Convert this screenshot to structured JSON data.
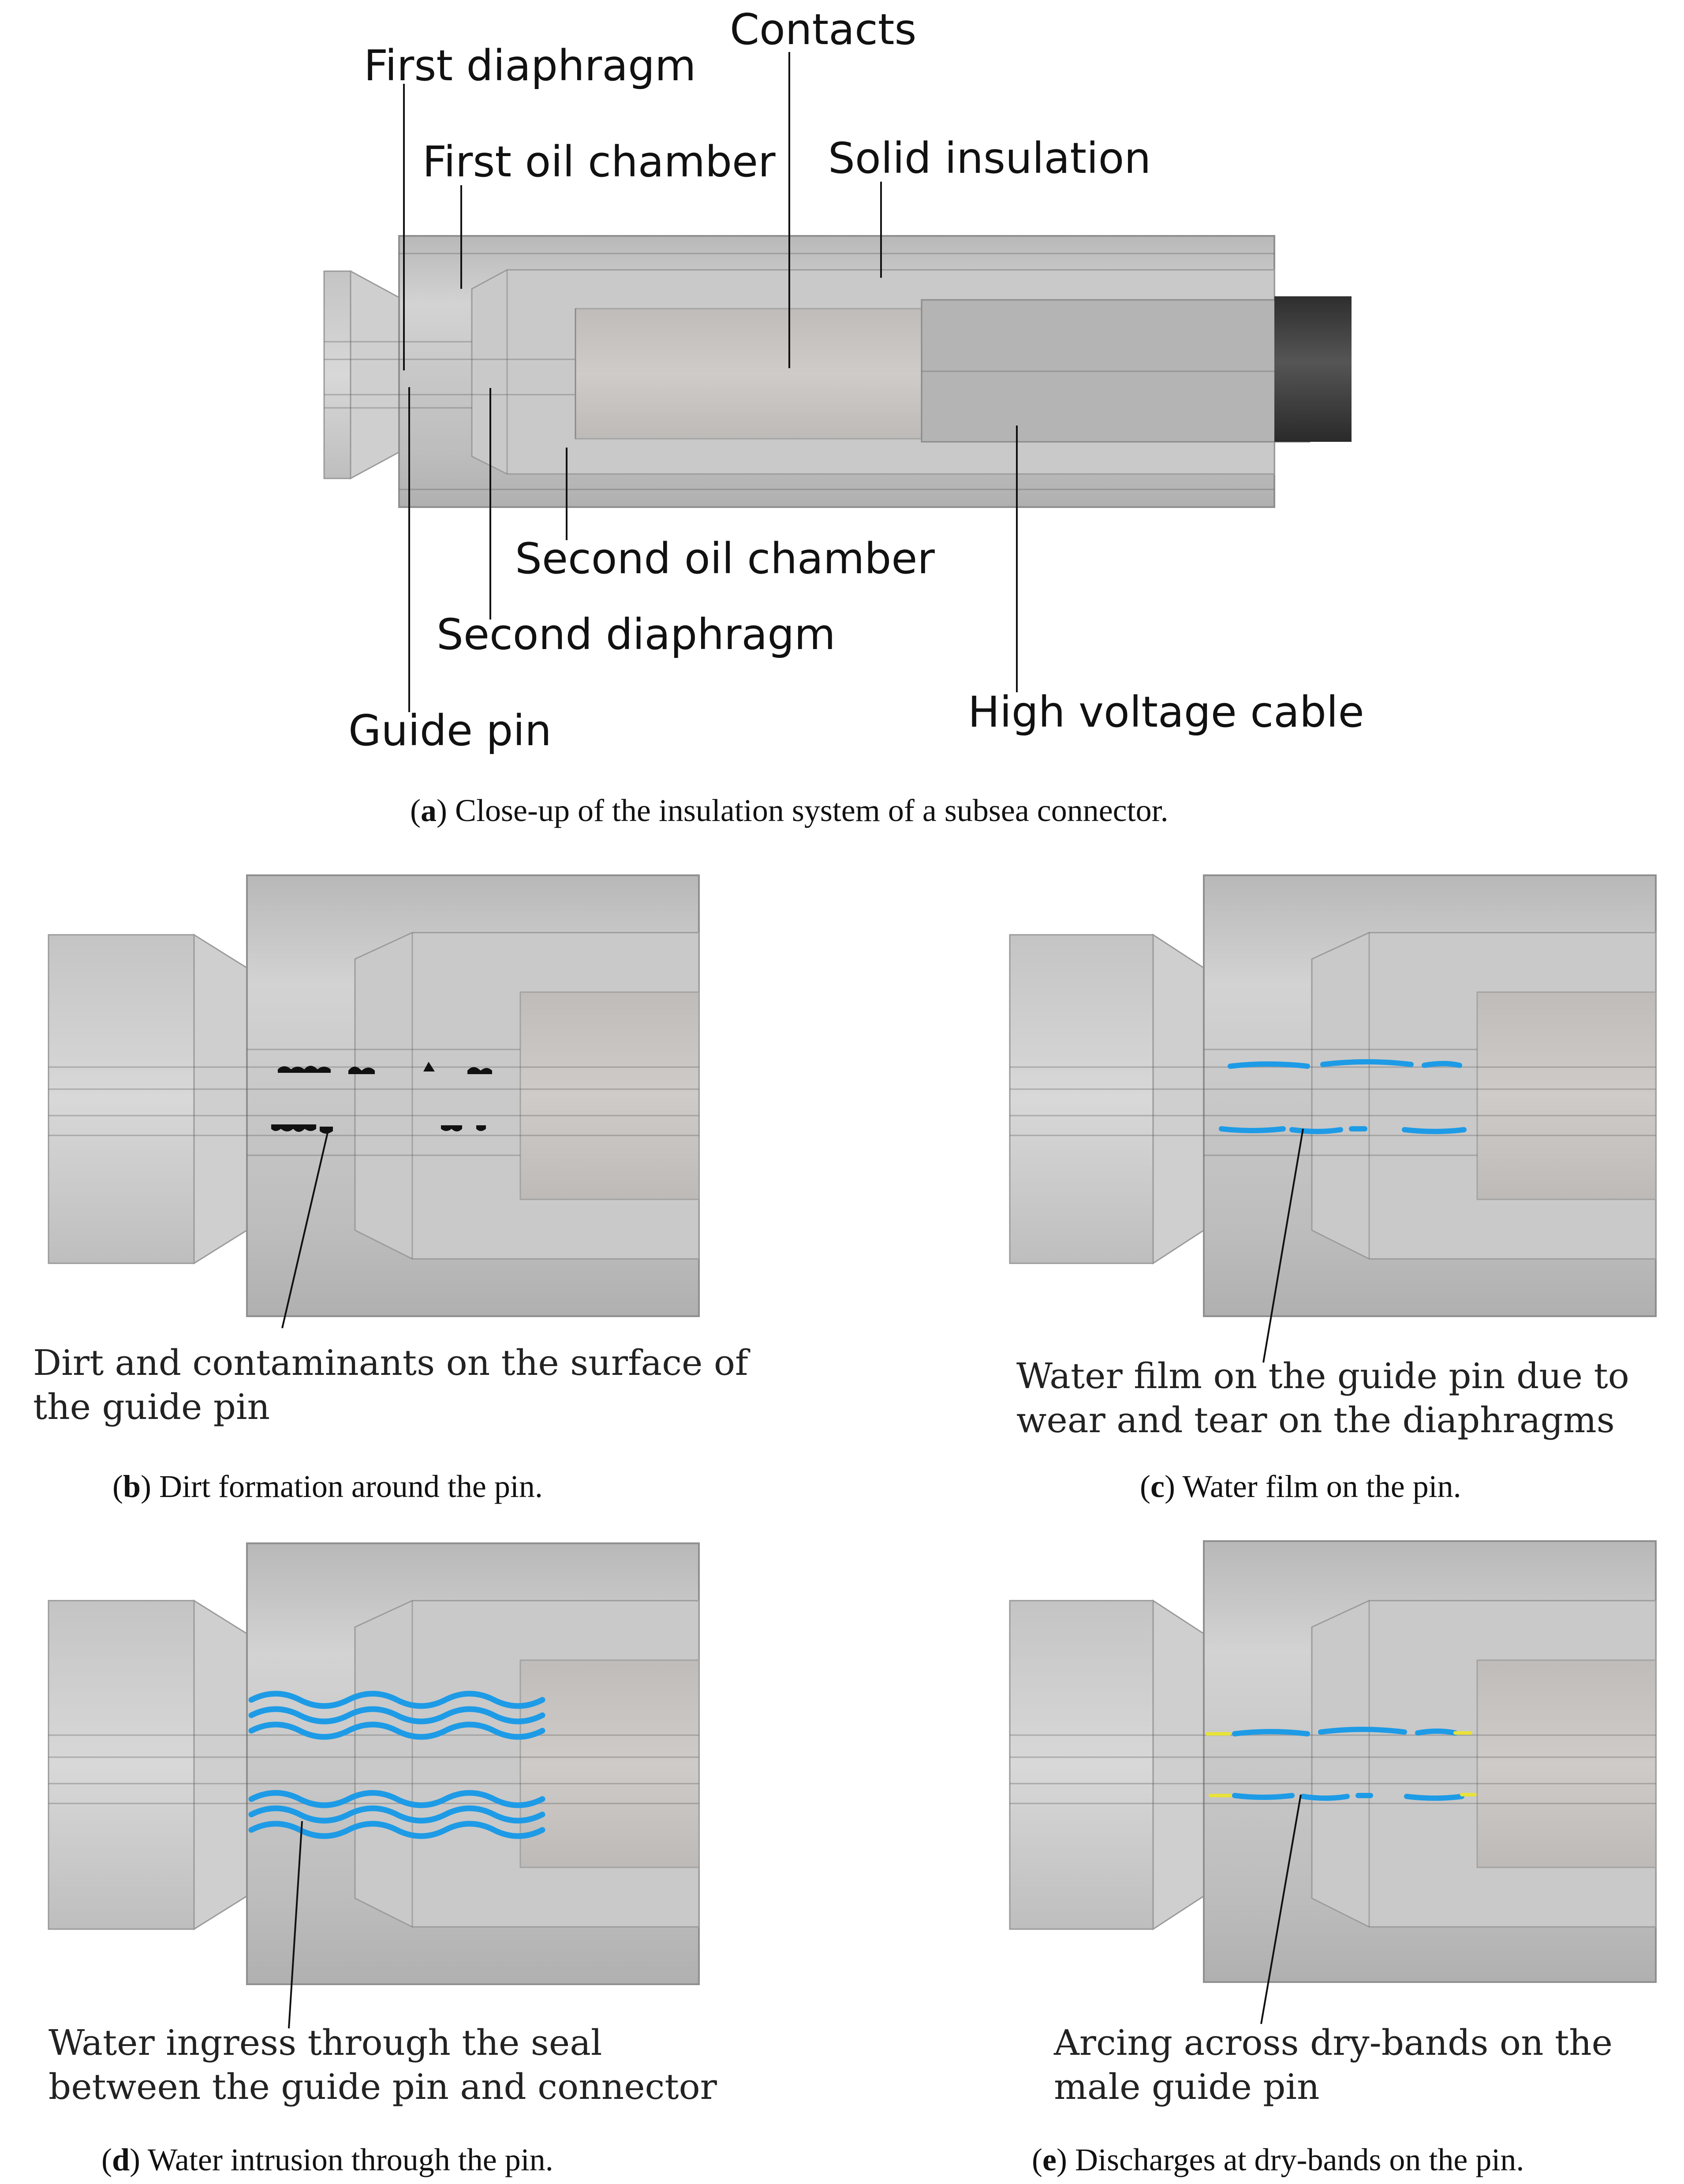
{
  "colors": {
    "body_gray": "#c6c6c6",
    "dark_gray": "#bcbcbc",
    "cable_dark": "#3a3a3a",
    "water_blue": "#1e9be6",
    "arc_yellow": "#e8e23a",
    "dirt_black": "#111111"
  },
  "panel_a": {
    "labels": {
      "contacts": "Contacts",
      "first_diaphragm": "First diaphragm",
      "first_oil_chamber": "First oil chamber",
      "solid_insulation": "Solid insulation",
      "second_oil_chamber": "Second oil chamber",
      "second_diaphragm": "Second diaphragm",
      "guide_pin": "Guide pin",
      "high_voltage_cable": "High voltage cable"
    },
    "caption_letter": "a",
    "caption_text": " Close-up of the insulation system of a subsea connector."
  },
  "panel_b": {
    "annotation_line1": "Dirt and contaminants on the surface of",
    "annotation_line2": "the guide pin",
    "caption_letter": "b",
    "caption_text": " Dirt formation around the pin."
  },
  "panel_c": {
    "annotation_line1": "Water film on the guide pin due to",
    "annotation_line2": "wear and tear on the diaphragms",
    "caption_letter": "c",
    "caption_text": " Water film on the pin."
  },
  "panel_d": {
    "annotation_line1": "Water ingress through the seal",
    "annotation_line2": "between the guide pin and connector",
    "caption_letter": "d",
    "caption_text": " Water intrusion through the pin."
  },
  "panel_e": {
    "annotation_line1": "Arcing across dry-bands on the",
    "annotation_line2": "male guide pin",
    "caption_letter": "e",
    "caption_text": " Discharges at dry-bands on the pin."
  }
}
